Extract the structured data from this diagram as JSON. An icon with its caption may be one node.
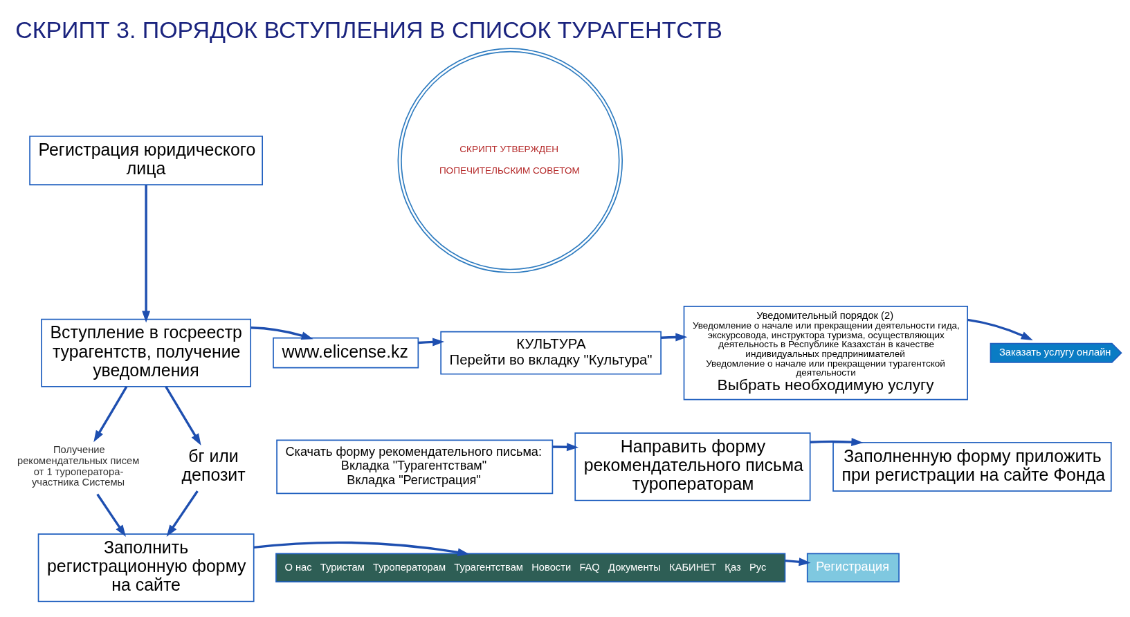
{
  "diagram": {
    "title": "СКРИПТ 3. ПОРЯДОК ВСТУПЛЕНИЯ В СПИСОК ТУРАГЕНТСТВ",
    "nodes": [
      {
        "text": [
          "Регистрация юридического лица"
        ]
      },
      {
        "text": [
          "Вступление в госреестр турагентств, получение уведомления"
        ]
      },
      {
        "text": [
          "www.elicense.kz"
        ]
      },
      {
        "text": [
          "КУЛЬТУРА",
          "Перейти во вкладку \"Культура\""
        ]
      },
      {
        "text": [
          "Уведомительный порядок (2)",
          "Уведомление о начале или прекращении деятельности гида, экскурсовода, инструктора туризма, осуществляющих деятельность в Республике Казахстан в качестве индивидуальных предпринимателей",
          "Уведомление о начале или прекращении турагентской деятельности",
          "Выбрать необходимую услугу"
        ]
      },
      {
        "text": [
          "Заказать услугу онлайн"
        ]
      },
      {
        "text": [
          "Получение рекомендательных писем от 1 туроператора-участника Системы"
        ]
      },
      {
        "text": [
          "бг или депозит"
        ]
      },
      {
        "text": [
          "Скачать форму рекомендательного письма:",
          "Вкладка \"Турагентствам\"",
          "Вкладка \"Регистрация\""
        ]
      },
      {
        "text": [
          "Направить форму рекомендательного письма туроператорам"
        ]
      },
      {
        "text": [
          "Заполненную форму приложить при регистрации на сайте Фонда"
        ]
      },
      {
        "text": [
          "Заполнить регистрационную форму на сайте"
        ]
      },
      {
        "text": [
          "О нас",
          "Туристам",
          "Туроператорам",
          "Турагентствам",
          "Новости",
          "FAQ",
          "Документы",
          "КАБИНЕТ",
          "Қаз",
          "Рус"
        ]
      },
      {
        "text": [
          "Регистрация"
        ]
      }
    ],
    "edges": [
      {
        "from": 0,
        "to": 1,
        "arrow": "to"
      },
      {
        "from": 1,
        "to": 2,
        "arrow": "to"
      },
      {
        "from": 2,
        "to": 3,
        "arrow": "to"
      },
      {
        "from": 3,
        "to": 4,
        "arrow": "to"
      },
      {
        "from": 4,
        "to": 5,
        "arrow": "to"
      },
      {
        "from": 1,
        "to": 6,
        "arrow": "to"
      },
      {
        "from": 1,
        "to": 7,
        "arrow": "to"
      },
      {
        "from": 8,
        "to": 9,
        "arrow": "to"
      },
      {
        "from": 9,
        "to": 10,
        "arrow": "to"
      },
      {
        "from": 6,
        "to": 11,
        "arrow": "to"
      },
      {
        "from": 7,
        "to": 11,
        "arrow": "to"
      },
      {
        "from": 11,
        "to": 12,
        "arrow": "to"
      },
      {
        "from": 12,
        "to": 13,
        "arrow": "to"
      }
    ],
    "labels": [
      "СКРИПТ УТВЕРЖДЕН",
      "ПОПЕЧИТЕЛЬСКИМ СОВЕТОМ"
    ]
  }
}
